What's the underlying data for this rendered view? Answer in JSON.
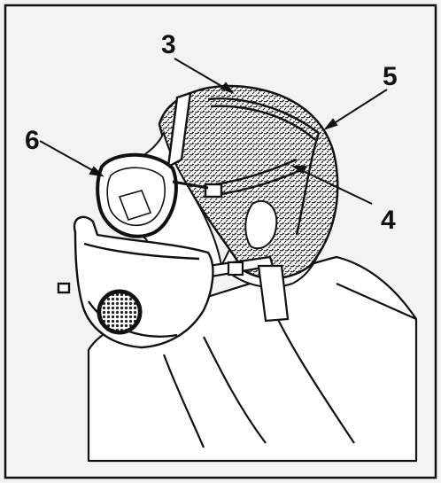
{
  "callouts": {
    "c3": "3",
    "c4": "4",
    "c5": "5",
    "c6": "6"
  },
  "colors": {
    "ink": "#111111",
    "paper": "#f3f3f1",
    "hair": "#2a2a2a",
    "filter": "#333333"
  }
}
